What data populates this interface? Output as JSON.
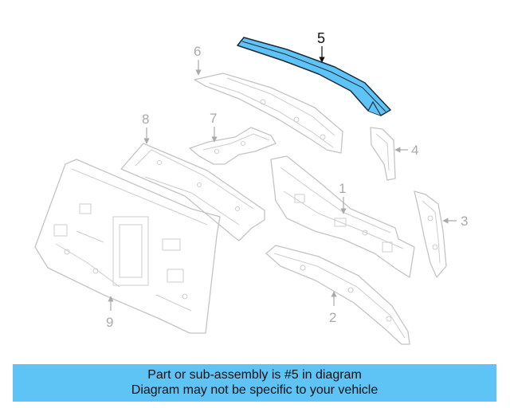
{
  "diagram": {
    "callouts": [
      "5",
      "6",
      "7",
      "8",
      "4",
      "1",
      "3",
      "9",
      "2"
    ],
    "highlighted_part": "5",
    "highlight_color": "#5ec3f5"
  },
  "banner": {
    "line1": "Part or sub-assembly is #5 in diagram",
    "line2": "Diagram may not be specific to your vehicle",
    "background": "#5ec3f5"
  }
}
